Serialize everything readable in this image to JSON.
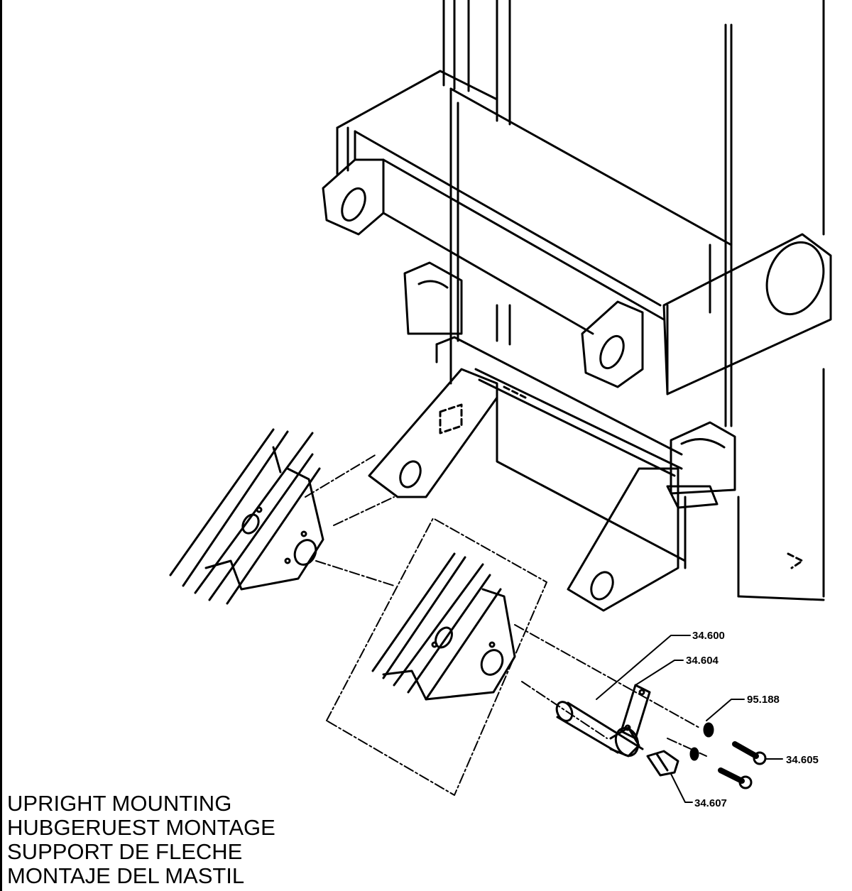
{
  "title_lines": [
    "UPRIGHT MOUNTING",
    "HUBGERUEST MONTAGE",
    "SUPPORT DE FLECHE",
    "MONTAJE DEL MASTIL"
  ],
  "part_callouts": {
    "p34600": "34.600",
    "p34604": "34.604",
    "p95188": "95.188",
    "p34605": "34.605",
    "p34607": "34.607"
  }
}
